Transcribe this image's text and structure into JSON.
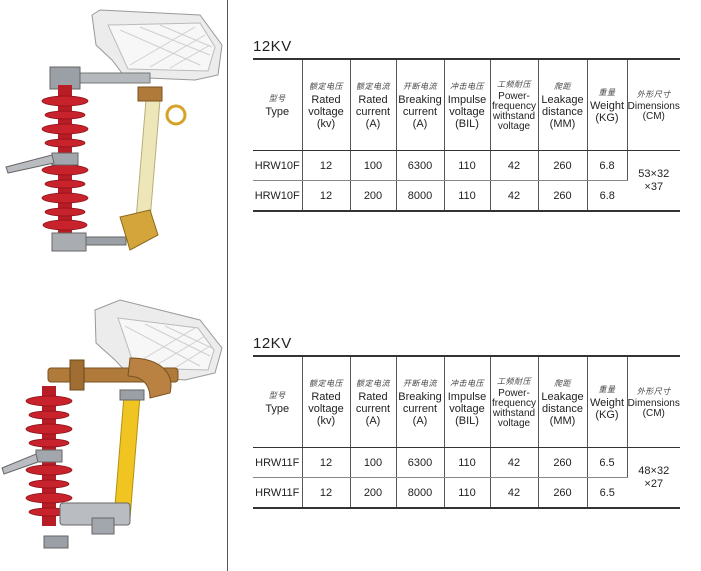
{
  "section1": {
    "heading": "12KV",
    "headers": [
      {
        "cn": "型号",
        "en": "Type"
      },
      {
        "cn": "额定电压",
        "en": "Rated voltage (kv)"
      },
      {
        "cn": "额定电流",
        "en": "Rated current (A)"
      },
      {
        "cn": "开断电流",
        "en": "Breaking current (A)"
      },
      {
        "cn": "冲击电压",
        "en": "Impulse voltage (BIL)"
      },
      {
        "cn": "工频耐压",
        "en": "Power-frequency withstand voltage"
      },
      {
        "cn": "爬距",
        "en": "Leakage distance (MM)"
      },
      {
        "cn": "重量",
        "en": "Weight (KG)"
      },
      {
        "cn": "外形尺寸",
        "en": "Dimensions (CM)"
      }
    ],
    "rows": [
      {
        "type": "HRW10F",
        "voltage": "12",
        "current": "100",
        "breaking": "6300",
        "impulse": "110",
        "withstand": "42",
        "leakage": "260",
        "weight": "6.8"
      },
      {
        "type": "HRW10F",
        "voltage": "12",
        "current": "200",
        "breaking": "8000",
        "impulse": "110",
        "withstand": "42",
        "leakage": "260",
        "weight": "6.8"
      }
    ],
    "dimensions_line1": "53×32",
    "dimensions_line2": "×37"
  },
  "section2": {
    "heading": "12KV",
    "headers": [
      {
        "cn": "型号",
        "en": "Type"
      },
      {
        "cn": "额定电压",
        "en": "Rated voltage (kv)"
      },
      {
        "cn": "额定电流",
        "en": "Rated current (A)"
      },
      {
        "cn": "开断电流",
        "en": "Breaking current (A)"
      },
      {
        "cn": "冲击电压",
        "en": "Impulse voltage (BIL)"
      },
      {
        "cn": "工频耐压",
        "en": "Power-frequency withstand voltage"
      },
      {
        "cn": "爬距",
        "en": "Leakage distance (MM)"
      },
      {
        "cn": "重量",
        "en": "Weight (KG)"
      },
      {
        "cn": "外形尺寸",
        "en": "Dimensions (CM)"
      }
    ],
    "rows": [
      {
        "type": "HRW11F",
        "voltage": "12",
        "current": "100",
        "breaking": "6300",
        "impulse": "110",
        "withstand": "42",
        "leakage": "260",
        "weight": "6.5"
      },
      {
        "type": "HRW11F",
        "voltage": "12",
        "current": "200",
        "breaking": "8000",
        "impulse": "110",
        "withstand": "42",
        "leakage": "260",
        "weight": "6.5"
      }
    ],
    "dimensions_line1": "48×32",
    "dimensions_line2": "×27"
  },
  "colors": {
    "insulator_red": "#c4202a",
    "fuse_tube_pale": "#ece6b8",
    "fuse_tube_yellow": "#f1c521",
    "metal": "#9aa0a6",
    "bronze": "#b07a3a",
    "arc_chute": "#e8e8e8"
  }
}
